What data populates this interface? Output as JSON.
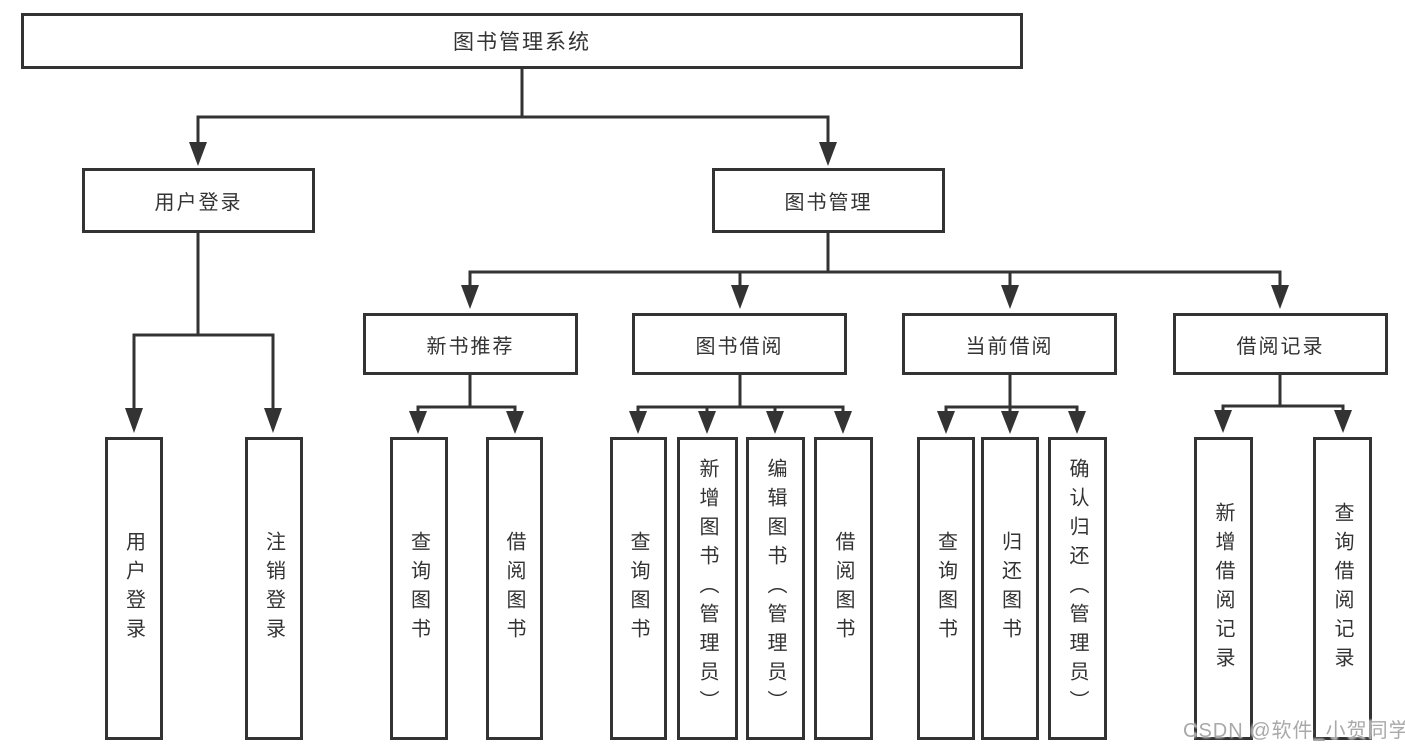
{
  "diagram": {
    "type": "tree",
    "root": {
      "label": "图书管理系统",
      "children": [
        {
          "label": "用户登录",
          "children": [
            {
              "label": "用户登录"
            },
            {
              "label": "注销登录"
            }
          ]
        },
        {
          "label": "图书管理",
          "children": [
            {
              "label": "新书推荐",
              "children": [
                {
                  "label": "查询图书"
                },
                {
                  "label": "借阅图书"
                }
              ]
            },
            {
              "label": "图书借阅",
              "children": [
                {
                  "label": "查询图书"
                },
                {
                  "label": "新增图书（管理员）"
                },
                {
                  "label": "编辑图书（管理员）"
                },
                {
                  "label": "借阅图书"
                }
              ]
            },
            {
              "label": "当前借阅",
              "children": [
                {
                  "label": "查询图书"
                },
                {
                  "label": "归还图书"
                },
                {
                  "label": "确认归还（管理员）"
                }
              ]
            },
            {
              "label": "借阅记录",
              "children": [
                {
                  "label": "新增借阅记录"
                },
                {
                  "label": "查询借阅记录"
                }
              ]
            }
          ]
        }
      ]
    }
  },
  "colors": {
    "line": "#333333",
    "box_border": "#333333",
    "text": "#333333",
    "background": "#ffffff",
    "watermark": "#a9a9a9"
  },
  "watermark": {
    "text": "CSDN @软件_小贺同学"
  }
}
